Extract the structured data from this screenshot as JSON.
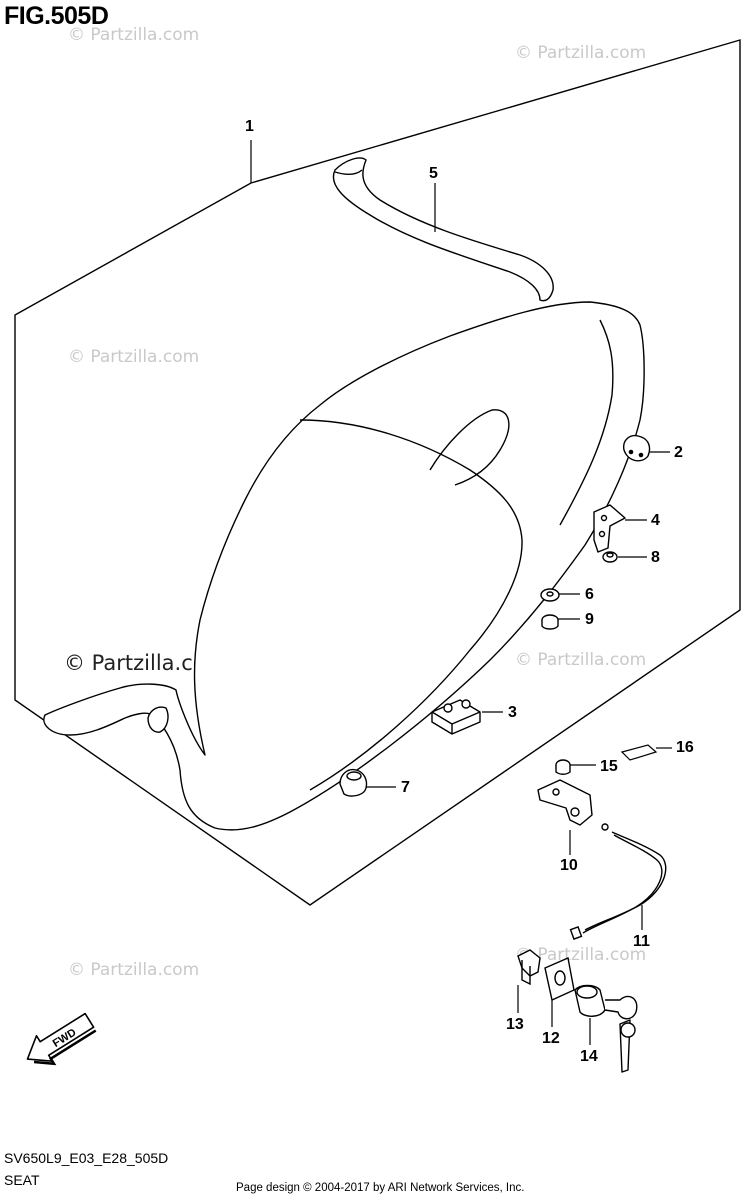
{
  "figure": {
    "title": "FIG.505D",
    "model_code": "SV650L9_E03_E28_505D",
    "section_name": "SEAT",
    "footer_credit": "Page design © 2004-2017 by ARI Network Services, Inc."
  },
  "watermark": {
    "text": "© Partzilla.com"
  },
  "direction_arrow": {
    "label": "FWD"
  },
  "callouts": [
    "1",
    "2",
    "3",
    "4",
    "5",
    "6",
    "7",
    "8",
    "9",
    "10",
    "11",
    "12",
    "13",
    "14",
    "15",
    "16"
  ]
}
